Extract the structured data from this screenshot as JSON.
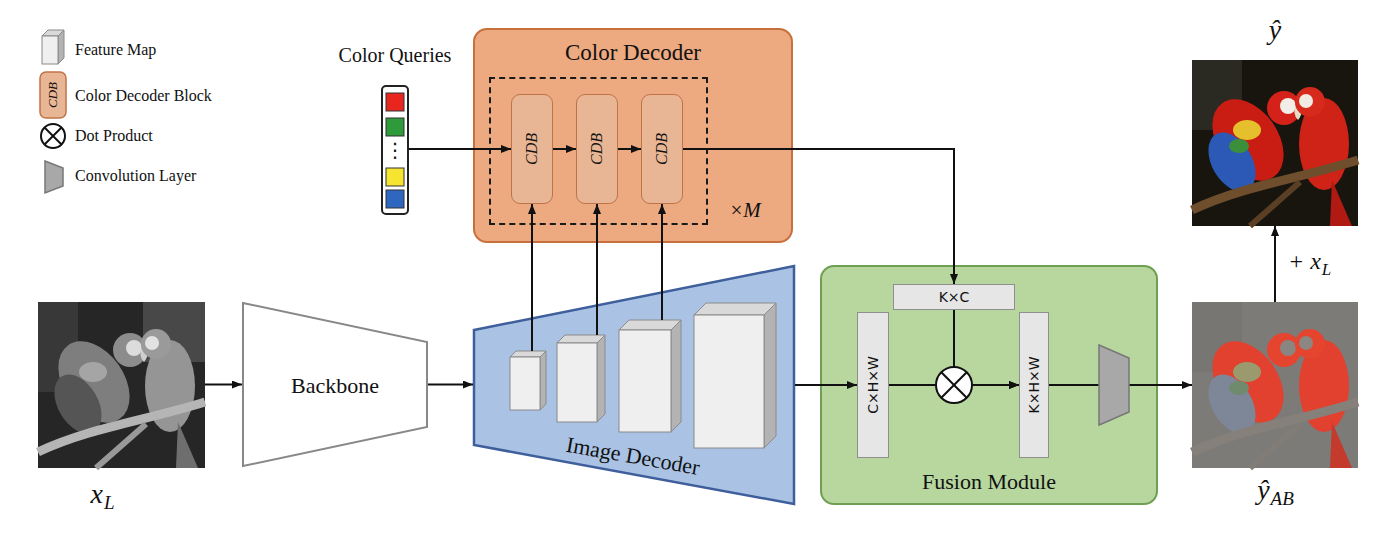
{
  "diagram": {
    "nodes": [
      {
        "text": [
          "Color Queries",
          "⋮"
        ]
      },
      {
        "text": [
          "Color Decoder"
        ]
      },
      {
        "text": [
          "×M"
        ],
        "in": 1
      },
      {
        "text": [
          "CDB"
        ],
        "in": 2
      },
      {
        "text": [
          "CDB"
        ],
        "in": 2
      },
      {
        "text": [
          "CDB"
        ],
        "in": 2
      },
      {
        "text": [
          "x",
          "L"
        ]
      },
      {
        "text": [
          "Backbone"
        ]
      },
      {
        "text": [
          "Image Decoder"
        ]
      },
      {
        "text": [
          "Fusion Module"
        ]
      },
      {
        "text": [
          "K×C"
        ],
        "in": 9
      },
      {
        "text": [
          "C×H×W"
        ],
        "in": 9
      },
      {
        "text": [
          "K×H×W"
        ],
        "in": 9
      },
      {
        "text": [
          "ŷ"
        ]
      },
      {
        "text": [
          "ŷ",
          "AB"
        ]
      }
    ],
    "edges": [
      {
        "from": 0,
        "to": 3,
        "arrow": "to"
      },
      {
        "from": 3,
        "to": 4,
        "arrow": "to"
      },
      {
        "from": 4,
        "to": 5,
        "arrow": "to"
      },
      {
        "from": 5,
        "to": 10,
        "arrow": "to"
      },
      {
        "from": 8,
        "to": 3,
        "arrow": "to"
      },
      {
        "from": 8,
        "to": 4,
        "arrow": "to"
      },
      {
        "from": 8,
        "to": 5,
        "arrow": "to"
      },
      {
        "from": 6,
        "to": 7,
        "arrow": "to"
      },
      {
        "from": 7,
        "to": 8,
        "arrow": "to"
      },
      {
        "from": 8,
        "to": 11,
        "arrow": "to"
      },
      {
        "from": 11,
        "to": 12,
        "arrow": "to"
      },
      {
        "from": 10,
        "to": 12,
        "arrow": "to"
      },
      {
        "from": 12,
        "to": 14,
        "arrow": "to"
      },
      {
        "from": 14,
        "to": 13,
        "arrow": "to"
      }
    ],
    "labels": [
      "CDB",
      "+ x",
      "L"
    ],
    "legend": [
      {
        "text": "Feature Map"
      },
      {
        "text": "Color Decoder Block"
      },
      {
        "text": "Dot Product"
      },
      {
        "text": "Convolution Layer"
      }
    ]
  }
}
